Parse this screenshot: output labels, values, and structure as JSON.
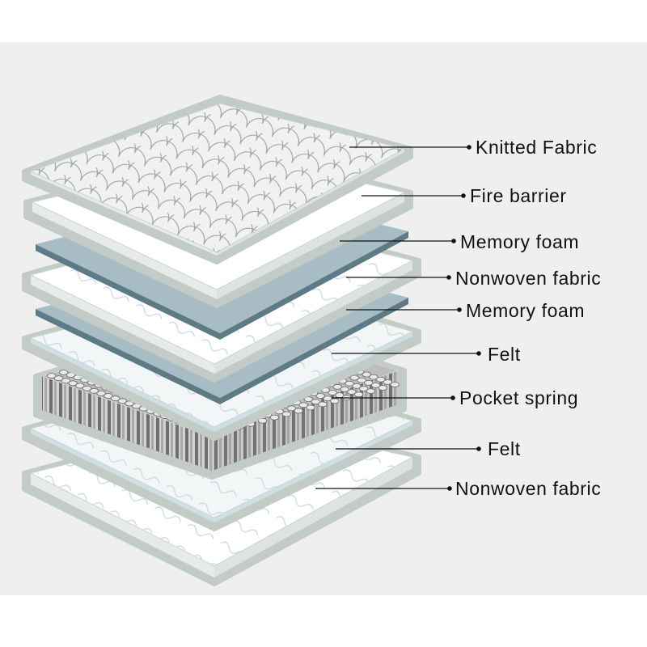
{
  "diagram": {
    "colors": {
      "background": "#efefef",
      "outline": "#c3cbc7",
      "white_layer": "#ffffff",
      "memory_foam": "#a8bcc6",
      "memory_foam_edge": "#5f7a87",
      "pattern_stroke": "#d2dce0",
      "springs": "#8a8a8a",
      "leader_line": "#111111"
    },
    "labels": [
      {
        "text": "Knitted Fabric"
      },
      {
        "text": "Fire barrier"
      },
      {
        "text": "Memory foam"
      },
      {
        "text": "Nonwoven fabric"
      },
      {
        "text": "Memory foam"
      },
      {
        "text": "Felt"
      },
      {
        "text": "Pocket spring"
      },
      {
        "text": "Felt"
      },
      {
        "text": "Nonwoven fabric"
      }
    ]
  }
}
